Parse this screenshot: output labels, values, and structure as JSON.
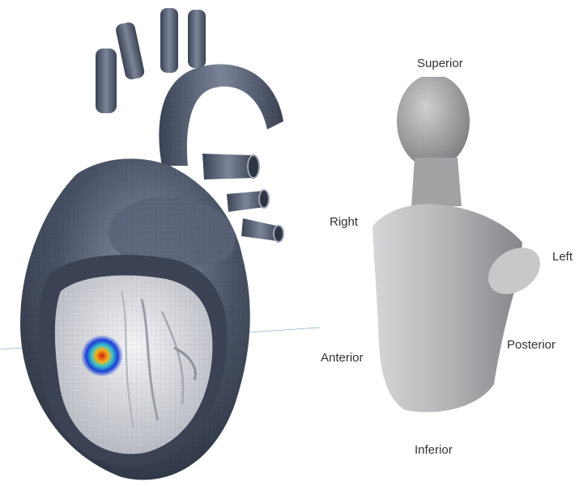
{
  "orientation_labels": {
    "superior": "Superior",
    "right": "Right",
    "left": "Left",
    "anterior": "Anterior",
    "posterior": "Posterior",
    "inferior": "Inferior"
  },
  "colors": {
    "heart_surface": "#4a5366",
    "heart_highlight": "#8c95a6",
    "heart_shadow": "#2d3442",
    "endocardium": "#e8e9ec",
    "torso_light": "#cfcfd1",
    "torso_mid": "#a9a9ac",
    "torso_dark": "#7d7d80",
    "hotspot_core": "#d11f12",
    "hotspot_mid": "#f2b21c",
    "hotspot_outer": "#1b3fd6"
  }
}
